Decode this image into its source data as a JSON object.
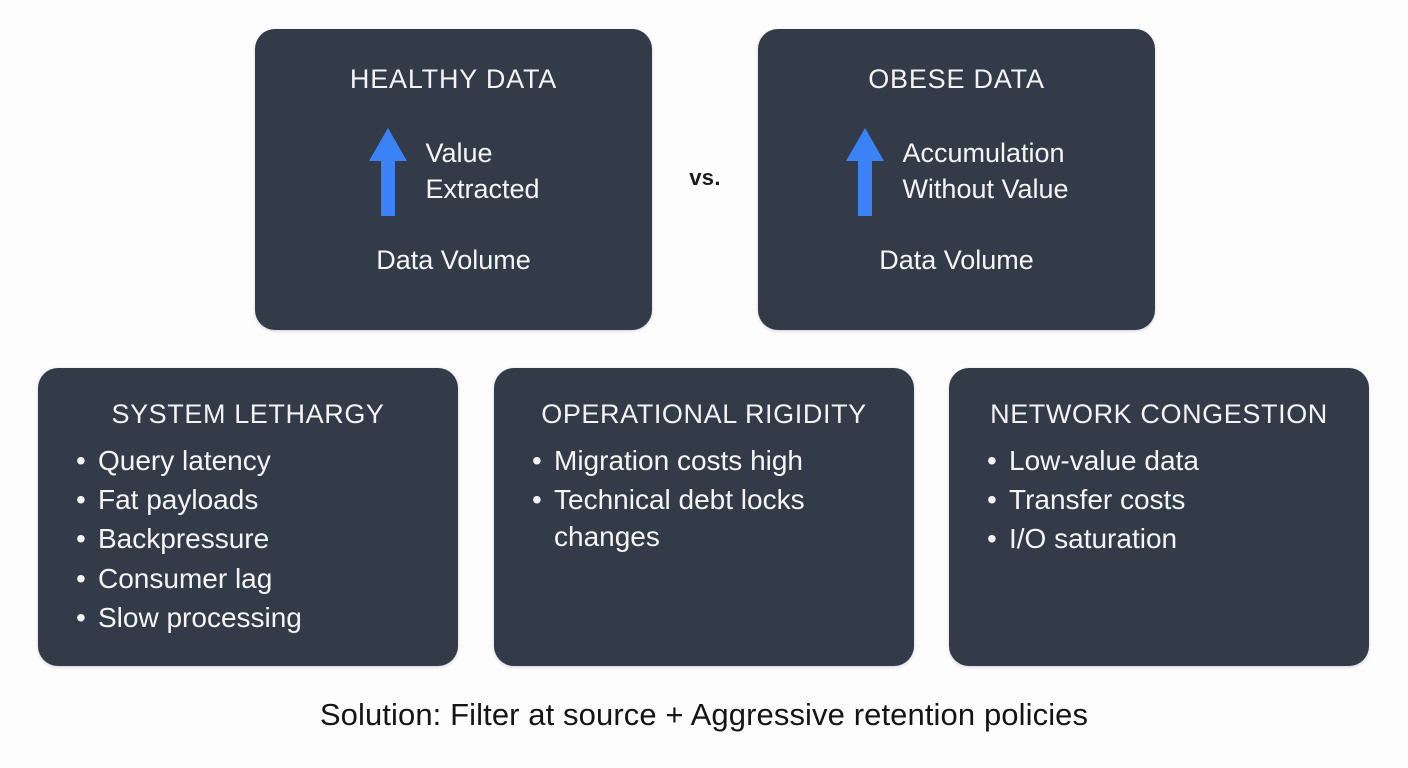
{
  "canvas": {
    "background_color": "#fdfdfd",
    "card_color": "#333b48",
    "accent_color": "#3b82f6",
    "text_color": "#f4f5f7"
  },
  "comparison": {
    "separator_label": "vs.",
    "cards": [
      {
        "title": "HEALTHY DATA",
        "arrow_icon": "arrow-up-icon",
        "arrow_color": "#3b82f6",
        "axis_label": "Value\nExtracted",
        "baseline_label": "Data Volume"
      },
      {
        "title": "OBESE DATA",
        "arrow_icon": "arrow-up-icon",
        "arrow_color": "#3b82f6",
        "axis_label": "Accumulation\nWithout Value",
        "baseline_label": "Data Volume"
      }
    ]
  },
  "symptoms": [
    {
      "title": "SYSTEM LETHARGY",
      "items": [
        "Query latency",
        "Fat payloads",
        "Backpressure",
        "Consumer lag",
        "Slow processing"
      ]
    },
    {
      "title": "OPERATIONAL RIGIDITY",
      "items": [
        "Migration costs high",
        "Technical debt locks changes"
      ]
    },
    {
      "title": "NETWORK CONGESTION",
      "items": [
        "Low-value data",
        "Transfer costs",
        "I/O saturation"
      ]
    }
  ],
  "solution": {
    "text": "Solution: Filter at source + Aggressive retention policies"
  }
}
